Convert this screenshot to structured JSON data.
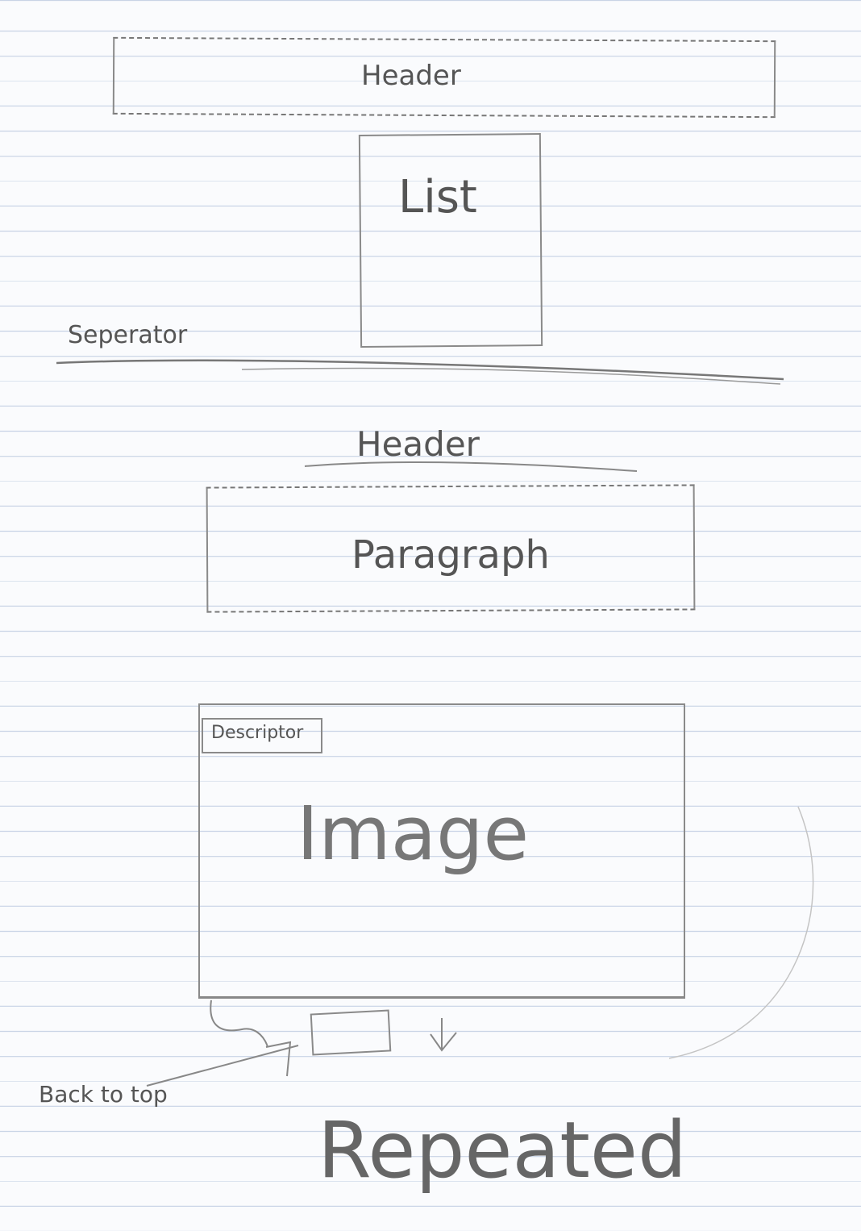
{
  "sketch": {
    "header_top": "Header",
    "list": "List",
    "separator": "Seperator",
    "header_mid": "Header",
    "paragraph": "Paragraph",
    "descriptor": "Descriptor",
    "image": "Image",
    "back_to_top": "Back to top",
    "repeated": "Repeated"
  }
}
